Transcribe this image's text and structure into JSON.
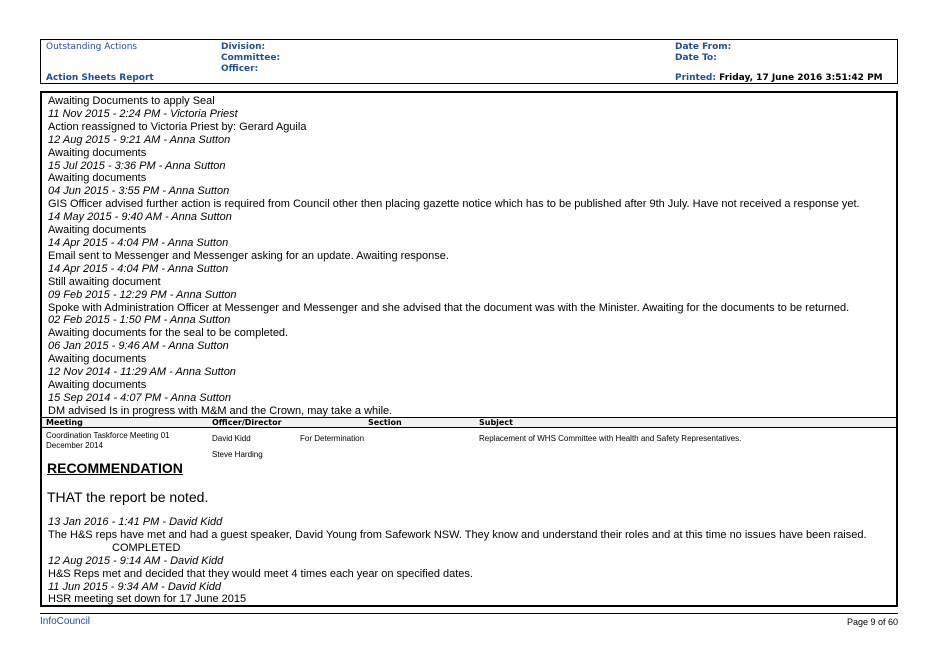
{
  "header": {
    "outstanding_actions": "Outstanding Actions",
    "report_title": "Action Sheets Report",
    "division_label": "Division:",
    "committee_label": "Committee:",
    "officer_label": "Officer:",
    "date_from_label": "Date From:",
    "date_to_label": "Date To:",
    "printed_label": "Printed:",
    "printed_value": "Friday, 17 June 2016   3:51:42 PM"
  },
  "log_entries": [
    {
      "type": "text",
      "text": "Awaiting Documents to apply Seal"
    },
    {
      "type": "date",
      "text": "11 Nov 2015 - 2:24 PM - Victoria Priest"
    },
    {
      "type": "text",
      "text": "Action reassigned to Victoria Priest by: Gerard Aguila"
    },
    {
      "type": "date",
      "text": "12 Aug 2015 - 9:21 AM - Anna Sutton"
    },
    {
      "type": "text",
      "text": "Awaiting documents"
    },
    {
      "type": "date",
      "text": "15 Jul 2015 - 3:36 PM - Anna Sutton"
    },
    {
      "type": "text",
      "text": "Awaiting documents"
    },
    {
      "type": "date",
      "text": "04 Jun 2015 - 3:55 PM - Anna Sutton"
    },
    {
      "type": "text",
      "text": "GIS Officer advised further action is required from Council other then placing gazette notice which has to be published after 9th July. Have not received a response yet."
    },
    {
      "type": "date",
      "text": "14 May 2015 - 9:40 AM - Anna Sutton"
    },
    {
      "type": "text",
      "text": "Awaiting documents"
    },
    {
      "type": "date",
      "text": "14 Apr 2015 - 4:04 PM - Anna Sutton"
    },
    {
      "type": "text",
      "text": "Email sent to Messenger and Messenger asking for an update. Awaiting response."
    },
    {
      "type": "date",
      "text": "14 Apr 2015 - 4:04 PM - Anna Sutton"
    },
    {
      "type": "text",
      "text": "Still awaiting document"
    },
    {
      "type": "date",
      "text": "09 Feb 2015 - 12:29 PM - Anna Sutton"
    },
    {
      "type": "text",
      "text": "Spoke with Administration Officer at Messenger and Messenger and she advised that the document was with the Minister. Awaiting for the documents to be returned."
    },
    {
      "type": "date",
      "text": "02 Feb 2015 - 1:50 PM - Anna Sutton"
    },
    {
      "type": "text",
      "text": "Awaiting documents for the seal to be completed."
    },
    {
      "type": "date",
      "text": "06 Jan 2015 - 9:46 AM - Anna Sutton"
    },
    {
      "type": "text",
      "text": "Awaiting documents"
    },
    {
      "type": "date",
      "text": "12 Nov 2014 - 11:29 AM - Anna Sutton"
    },
    {
      "type": "text",
      "text": "Awaiting documents"
    },
    {
      "type": "date",
      "text": "15 Sep 2014 - 4:07 PM - Anna Sutton"
    },
    {
      "type": "text",
      "text": "DM advised Is in progress with M&M and the Crown, may take a while."
    }
  ],
  "meeting_table": {
    "headers": [
      "Meeting",
      "Officer/Director",
      "Section",
      "Subject"
    ],
    "row": {
      "meeting": "Coordination Taskforce Meeting 01 December 2014",
      "officer": "David Kidd",
      "director": "Steve Harding",
      "section": "For Determination",
      "subject": "Replacement of WHS Committee with Health and Safety Representatives."
    }
  },
  "recommendation": {
    "title": "RECOMMENDATION",
    "text": "THAT the report be noted."
  },
  "log_entries_2": [
    {
      "type": "date",
      "text": "13 Jan 2016 - 1:41 PM - David Kidd"
    },
    {
      "type": "text",
      "text": "The H&S reps have met and had a guest speaker, David Young from Safework NSW. They know and understand their roles and at this time no issues have been raised."
    },
    {
      "type": "indent",
      "text": "COMPLETED"
    },
    {
      "type": "date",
      "text": "12 Aug 2015 - 9:14 AM - David Kidd"
    },
    {
      "type": "text",
      "text": "H&S Reps met and decided that they would meet 4 times each year on specified dates."
    },
    {
      "type": "date",
      "text": "11 Jun 2015 - 9:34 AM - David Kidd"
    },
    {
      "type": "text",
      "text": "HSR meeting set down for 17 June 2015"
    }
  ],
  "footer": {
    "brand": "InfoCouncil",
    "page": "Page 9 of 60"
  }
}
